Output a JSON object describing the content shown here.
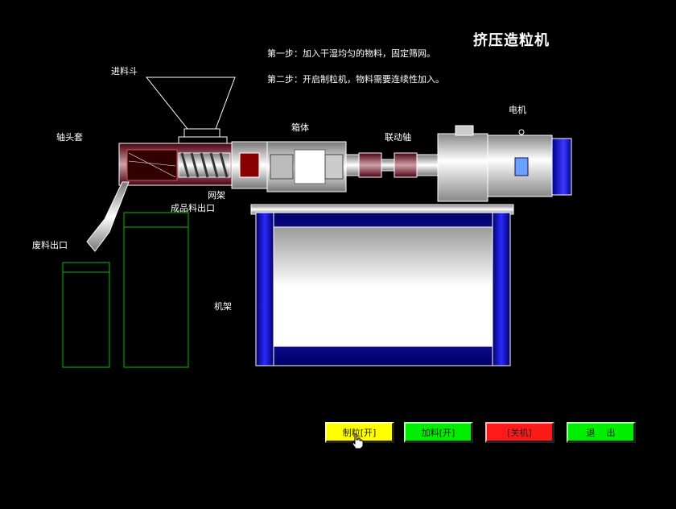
{
  "title": "挤压造粒机",
  "steps": {
    "step1": "第一步：加入干湿均匀的物料，固定筛网。",
    "step2": "第二步：开启制粒机，物料需要连续性加入。"
  },
  "labels": {
    "feed_hopper": "进料斗",
    "shaft_sleeve": "轴头套",
    "gearbox": "箱体",
    "coupling_shaft": "联动轴",
    "motor": "电机",
    "screen_frame": "网架",
    "product_outlet": "成品料出口",
    "waste_outlet": "废料出口",
    "machine_frame": "机架"
  },
  "buttons": {
    "granulate": {
      "label": "制粒[开]",
      "color": "#ffff00",
      "text_color": "#202020"
    },
    "feed": {
      "label": "加料[开]",
      "color": "#00ee00",
      "text_color": "#202020"
    },
    "shutdown": {
      "label": "[关机]",
      "color": "#ff1a1a",
      "text_color": "#202020"
    },
    "exit": {
      "label": "退    出",
      "color": "#00ee00",
      "text_color": "#202020"
    }
  }
}
